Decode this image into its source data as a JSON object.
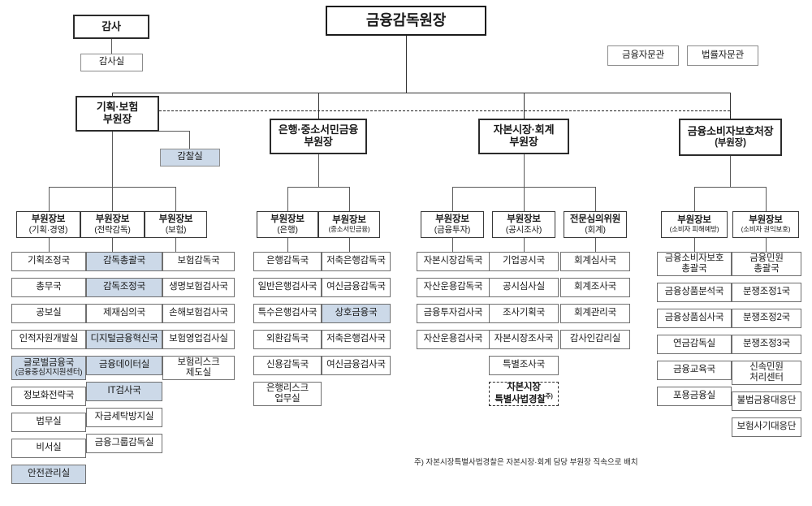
{
  "meta": {
    "title": "금융감독원 조직도",
    "accent_shade": "#ccd9e8",
    "line_color": "#5a5a5a"
  },
  "head": {
    "label": "금융감독원장"
  },
  "audit": {
    "head_label": "감사",
    "unit_label": "감사실"
  },
  "advisors": [
    {
      "label": "금융자문관"
    },
    {
      "label": "법률자문관"
    }
  ],
  "inspection": {
    "label": "감찰실",
    "shaded": true
  },
  "deputies": [
    {
      "line1": "기획·보험",
      "line2": "부원장"
    },
    {
      "line1": "은행·중소서민금융",
      "line2": "부원장"
    },
    {
      "line1": "자본시장·회계",
      "line2": "부원장"
    },
    {
      "line1": "금융소비자보호처장",
      "line2": "(부원장)"
    }
  ],
  "columns": [
    {
      "head_line1": "부원장보",
      "head_line2": "(기획·경영)",
      "units": [
        {
          "label": "기획조정국",
          "shaded": false
        },
        {
          "label": "총무국",
          "shaded": false
        },
        {
          "label": "공보실",
          "shaded": false
        },
        {
          "label": "인적자원개발실",
          "shaded": false
        },
        {
          "label": "글로벌금융국",
          "sub": "(금융중심지지원센터)",
          "shaded": true
        },
        {
          "label": "정보화전략국",
          "shaded": false
        },
        {
          "label": "법무실",
          "shaded": false
        },
        {
          "label": "비서실",
          "shaded": false
        },
        {
          "label": "안전관리실",
          "shaded": true
        }
      ]
    },
    {
      "head_line1": "부원장보",
      "head_line2": "(전략감독)",
      "units": [
        {
          "label": "감독총괄국",
          "shaded": true
        },
        {
          "label": "감독조정국",
          "shaded": true
        },
        {
          "label": "제재심의국",
          "shaded": false
        },
        {
          "label": "디지털금융혁신국",
          "shaded": true
        },
        {
          "label": "금융데이터실",
          "shaded": true
        },
        {
          "label": "IT검사국",
          "shaded": true
        },
        {
          "label": "자금세탁방지실",
          "shaded": false
        },
        {
          "label": "금융그룹감독실",
          "shaded": false
        }
      ]
    },
    {
      "head_line1": "부원장보",
      "head_line2": "(보험)",
      "units": [
        {
          "label": "보험감독국",
          "shaded": false
        },
        {
          "label": "생명보험검사국",
          "shaded": false
        },
        {
          "label": "손해보험검사국",
          "shaded": false
        },
        {
          "label": "보험영업검사실",
          "shaded": false
        },
        {
          "label": "보험리스크",
          "line2": "제도실",
          "shaded": false
        }
      ]
    },
    {
      "head_line1": "부원장보",
      "head_line2": "(은행)",
      "units": [
        {
          "label": "은행감독국",
          "shaded": false
        },
        {
          "label": "일반은행검사국",
          "shaded": false
        },
        {
          "label": "특수은행검사국",
          "shaded": false
        },
        {
          "label": "외환감독국",
          "shaded": false
        },
        {
          "label": "신용감독국",
          "shaded": false
        },
        {
          "label": "은행리스크",
          "line2": "업무실",
          "shaded": false
        }
      ]
    },
    {
      "head_line1": "부원장보",
      "head_line2": "(중소서민금융)",
      "units": [
        {
          "label": "저축은행감독국",
          "shaded": false
        },
        {
          "label": "여신금융감독국",
          "shaded": false
        },
        {
          "label": "상호금융국",
          "shaded": true
        },
        {
          "label": "저축은행검사국",
          "shaded": false
        },
        {
          "label": "여신금융검사국",
          "shaded": false
        }
      ]
    },
    {
      "head_line1": "부원장보",
      "head_line2": "(금융투자)",
      "units": [
        {
          "label": "자본시장감독국",
          "shaded": false
        },
        {
          "label": "자산운용감독국",
          "shaded": false
        },
        {
          "label": "금융투자검사국",
          "shaded": false
        },
        {
          "label": "자산운용검사국",
          "shaded": false
        }
      ]
    },
    {
      "head_line1": "부원장보",
      "head_line2": "(공시조사)",
      "units": [
        {
          "label": "기업공시국",
          "shaded": false
        },
        {
          "label": "공시심사실",
          "shaded": false
        },
        {
          "label": "조사기획국",
          "shaded": false
        },
        {
          "label": "자본시장조사국",
          "shaded": false
        },
        {
          "label": "특별조사국",
          "shaded": false
        },
        {
          "label": "자본시장",
          "line2": "특별사법경찰",
          "footnote_mark": "주)",
          "dashed": true,
          "shaded": false
        }
      ]
    },
    {
      "head_line1": "전문심의위원",
      "head_line2": "(회계)",
      "units": [
        {
          "label": "회계심사국",
          "shaded": false
        },
        {
          "label": "회계조사국",
          "shaded": false
        },
        {
          "label": "회계관리국",
          "shaded": false
        },
        {
          "label": "감사인감리실",
          "shaded": false
        }
      ]
    },
    {
      "head_line1": "부원장보",
      "head_line2": "(소비자 피해예방)",
      "units": [
        {
          "label": "금융소비자보호",
          "line2": "총괄국",
          "shaded": false
        },
        {
          "label": "금융상품분석국",
          "shaded": false
        },
        {
          "label": "금융상품심사국",
          "shaded": false
        },
        {
          "label": "연금감독실",
          "shaded": false
        },
        {
          "label": "금융교육국",
          "shaded": false
        },
        {
          "label": "포용금융실",
          "shaded": false
        }
      ]
    },
    {
      "head_line1": "부원장보",
      "head_line2": "(소비자 권익보호)",
      "units": [
        {
          "label": "금융민원",
          "line2": "총괄국",
          "shaded": false
        },
        {
          "label": "분쟁조정1국",
          "shaded": false
        },
        {
          "label": "분쟁조정2국",
          "shaded": false
        },
        {
          "label": "분쟁조정3국",
          "shaded": false
        },
        {
          "label": "신속민원",
          "line2": "처리센터",
          "shaded": false
        },
        {
          "label": "불법금융대응단",
          "shaded": false
        },
        {
          "label": "보험사기대응단",
          "shaded": false
        }
      ]
    }
  ],
  "footnote": {
    "text": "주) 자본시장특별사법경찰은 자본시장·회계 담당 부원장 직속으로 배치"
  }
}
